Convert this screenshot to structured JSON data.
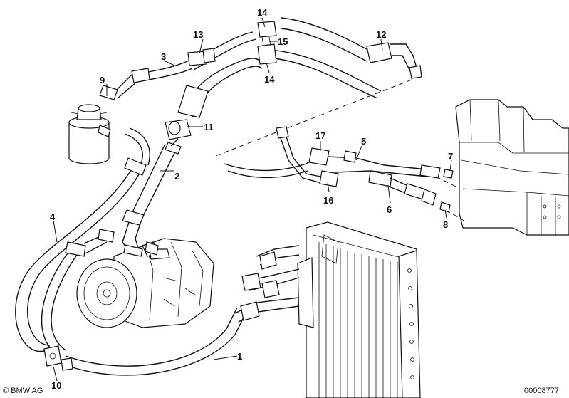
{
  "callouts": [
    "1",
    "2",
    "3",
    "4",
    "5",
    "6",
    "7",
    "8",
    "9",
    "10",
    "11",
    "12",
    "13",
    "14",
    "14",
    "15",
    "16",
    "17"
  ],
  "footer": {
    "copyright": "© BMW AG",
    "diagram_number": "00008777"
  }
}
